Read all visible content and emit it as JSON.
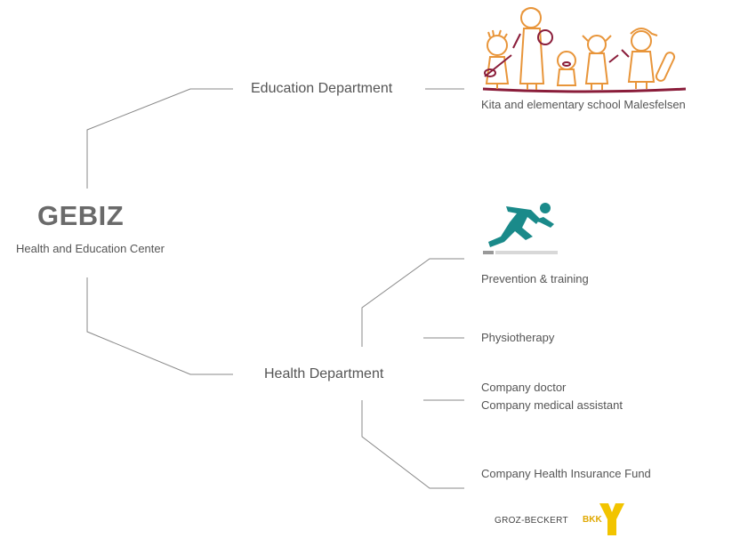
{
  "center": {
    "title": "GEBIZ",
    "subtitle": "Health and Education Center"
  },
  "departments": {
    "education": {
      "label": "Education Department",
      "items": [
        "Kita and elementary school Malesfelsen"
      ]
    },
    "health": {
      "label": "Health Department",
      "items": [
        "Prevention & training",
        "Physiotherapy",
        "Company doctor",
        "Company medical assistant",
        "Company Health Insurance Fund"
      ]
    }
  },
  "logos": {
    "kita": "children-drawing-logo",
    "prevention": "runner-icon",
    "bkk": {
      "text": "GROZ-BECKERT",
      "suffix": "BKK"
    }
  },
  "colors": {
    "line": "#777777",
    "text": "#555555",
    "runner": "#1a8a8a",
    "bkk_yellow": "#f2c400",
    "kita_orange": "#e8953a",
    "kita_maroon": "#8a1d3a"
  }
}
